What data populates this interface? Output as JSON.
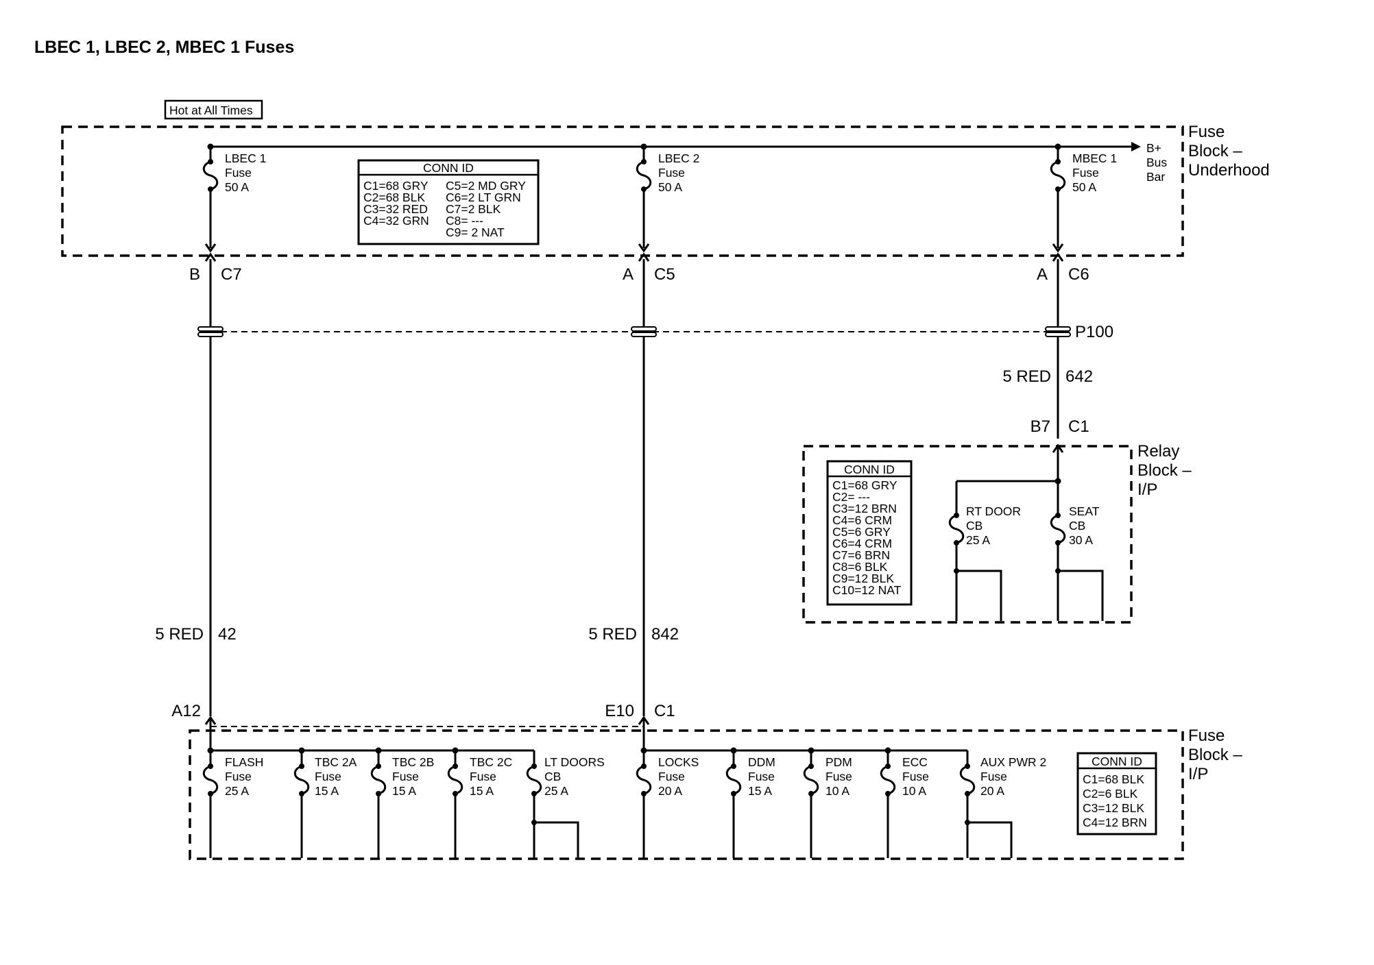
{
  "title": "LBEC 1, LBEC 2, MBEC 1 Fuses",
  "hot_label": "Hot at All Times",
  "bus_bar": [
    "B+",
    "Bus",
    "Bar"
  ],
  "blocks": {
    "underhood": [
      "Fuse",
      "Block –",
      "Underhood"
    ],
    "relay": [
      "Relay",
      "Block –",
      "I/P"
    ],
    "ip": [
      "Fuse",
      "Block –",
      "I/P"
    ]
  },
  "underhood_fuses": [
    {
      "name": "LBEC 1",
      "type": "Fuse",
      "rating": "50 A"
    },
    {
      "name": "LBEC 2",
      "type": "Fuse",
      "rating": "50 A"
    },
    {
      "name": "MBEC 1",
      "type": "Fuse",
      "rating": "50 A"
    }
  ],
  "underhood_conn": {
    "title": "CONN ID",
    "left": [
      "C1=68 GRY",
      "C2=68 BLK",
      "C3=32 RED",
      "C4=32 GRN"
    ],
    "right": [
      "C5=2 MD GRY",
      "C6=2 LT GRN",
      "C7=2 BLK",
      "C8= ---",
      "C9= 2 NAT"
    ]
  },
  "underhood_pins": [
    {
      "pin": "B",
      "conn": "C7"
    },
    {
      "pin": "A",
      "conn": "C5"
    },
    {
      "pin": "A",
      "conn": "C6"
    }
  ],
  "splice": "P100",
  "wires": [
    {
      "color": "5 RED",
      "circuit": "42"
    },
    {
      "color": "5 RED",
      "circuit": "842"
    },
    {
      "color": "5 RED",
      "circuit": "642"
    }
  ],
  "relay_pin": {
    "pin": "B7",
    "conn": "C1"
  },
  "relay_conn": {
    "title": "CONN ID",
    "rows": [
      "C1=68 GRY",
      "C2= ---",
      "C3=12 BRN",
      "C4=6 CRM",
      "C5=6 GRY",
      "C6=4 CRM",
      "C7=6 BRN",
      "C8=6 BLK",
      "C9=12 BLK",
      "C10=12 NAT"
    ]
  },
  "relay_breakers": [
    {
      "name": "RT DOOR",
      "type": "CB",
      "rating": "25 A"
    },
    {
      "name": "SEAT",
      "type": "CB",
      "rating": "30 A"
    }
  ],
  "ip_pins": [
    {
      "pin": "A12",
      "conn": ""
    },
    {
      "pin": "E10",
      "conn": "C1"
    }
  ],
  "ip_fuses_left": [
    {
      "name": "FLASH",
      "type": "Fuse",
      "rating": "25 A"
    },
    {
      "name": "TBC 2A",
      "type": "Fuse",
      "rating": "15 A"
    },
    {
      "name": "TBC 2B",
      "type": "Fuse",
      "rating": "15 A"
    },
    {
      "name": "TBC 2C",
      "type": "Fuse",
      "rating": "15 A"
    },
    {
      "name": "LT DOORS",
      "type": "CB",
      "rating": "25 A"
    }
  ],
  "ip_fuses_right": [
    {
      "name": "LOCKS",
      "type": "Fuse",
      "rating": "20 A"
    },
    {
      "name": "DDM",
      "type": "Fuse",
      "rating": "15 A"
    },
    {
      "name": "PDM",
      "type": "Fuse",
      "rating": "10 A"
    },
    {
      "name": "ECC",
      "type": "Fuse",
      "rating": "10 A"
    },
    {
      "name": "AUX PWR 2",
      "type": "Fuse",
      "rating": "20 A"
    }
  ],
  "ip_conn": {
    "title": "CONN ID",
    "rows": [
      "C1=68 BLK",
      "C2=6 BLK",
      "C3=12 BLK",
      "C4=12 BRN"
    ]
  }
}
